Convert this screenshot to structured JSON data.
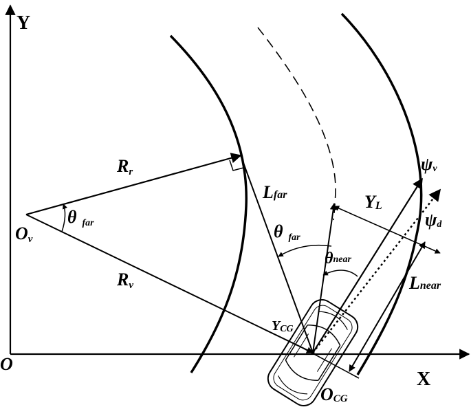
{
  "axes": {
    "y_label": "Y",
    "x_label": "X",
    "origin_label": "O"
  },
  "labels": {
    "R_r": {
      "main": "R",
      "sub": "r"
    },
    "R_v": {
      "main": "R",
      "sub": "v"
    },
    "O_v": {
      "main": "O",
      "sub": "v"
    },
    "L_far": {
      "main": "L",
      "sub": "far"
    },
    "L_near": {
      "main": "L",
      "sub": "near"
    },
    "Y_L": {
      "main": "Y",
      "sub": "L"
    },
    "Y_CG": {
      "main": "Y",
      "sub": "CG"
    },
    "O_CG": {
      "main": "O",
      "sub": "CG"
    },
    "theta_far_left": {
      "main": "θ",
      "sub": "far"
    },
    "theta_far_right": {
      "main": "θ",
      "sub": "far"
    },
    "theta_near": {
      "main": "θ",
      "sub": "near"
    },
    "psi_v": {
      "main": "ψ",
      "sub": "v"
    },
    "psi_d": {
      "main": "ψ",
      "sub": "d"
    }
  },
  "colors": {
    "stroke": "#000000",
    "background": "#ffffff"
  }
}
